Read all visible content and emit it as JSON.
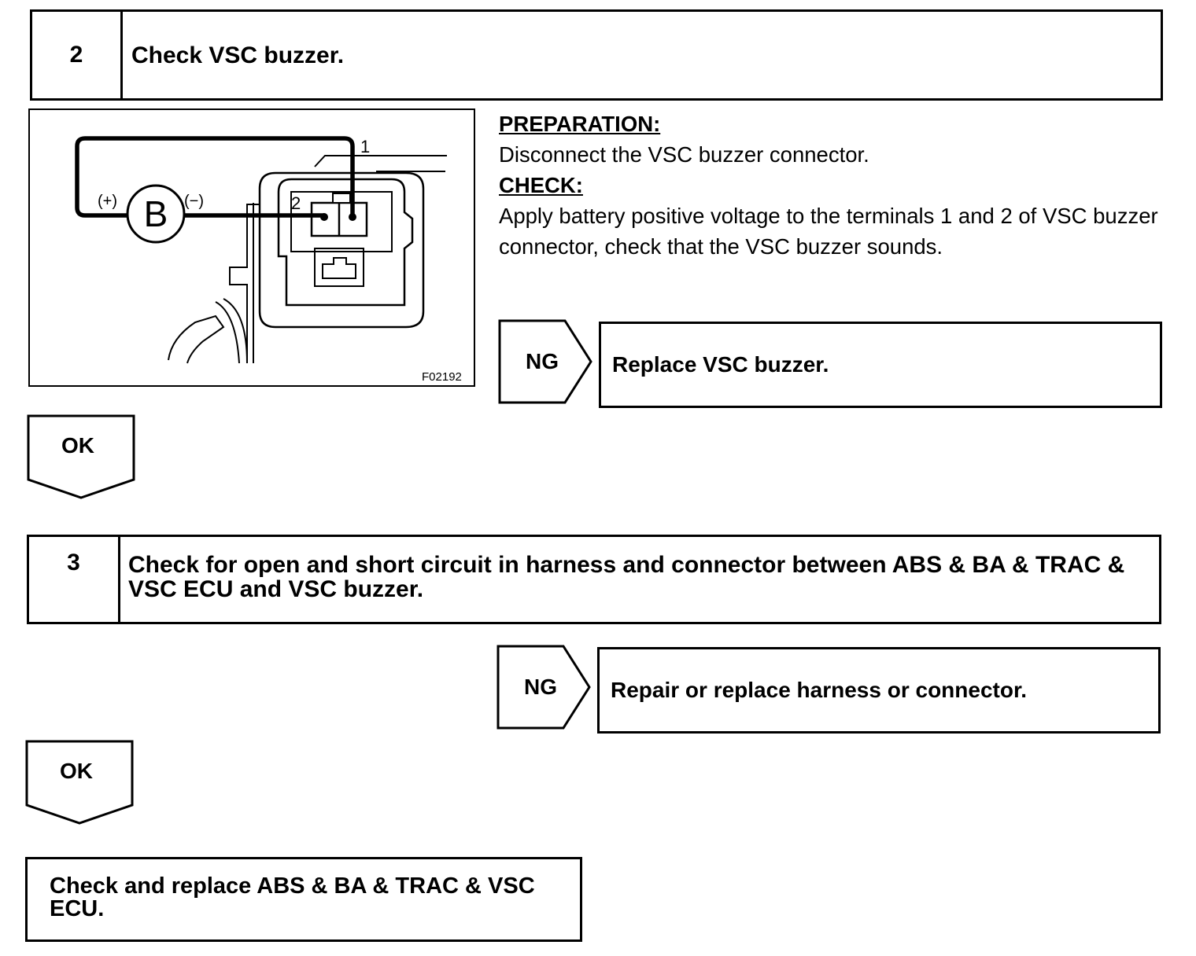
{
  "step2": {
    "number": "2",
    "title": "Check VSC buzzer.",
    "figure_code": "F02192",
    "diagram_labels": {
      "battery": "B",
      "positive": "(+)",
      "negative": "(−)",
      "terminal_1": "1",
      "terminal_2": "2"
    },
    "preparation_heading": "PREPARATION:",
    "preparation_text": "Disconnect the VSC buzzer connector.",
    "check_heading": "CHECK:",
    "check_text": "Apply battery positive voltage to the terminals 1 and 2 of VSC buzzer connector, check that the VSC buzzer sounds.",
    "ng_label": "NG",
    "ng_action": "Replace VSC buzzer.",
    "ok_label": "OK"
  },
  "step3": {
    "number": "3",
    "title": "Check for open and short circuit in harness and connector between ABS & BA & TRAC & VSC ECU and VSC buzzer.",
    "ng_label": "NG",
    "ng_action": "Repair or replace harness or connector.",
    "ok_label": "OK"
  },
  "final": {
    "action": "Check and replace ABS & BA & TRAC & VSC ECU."
  }
}
